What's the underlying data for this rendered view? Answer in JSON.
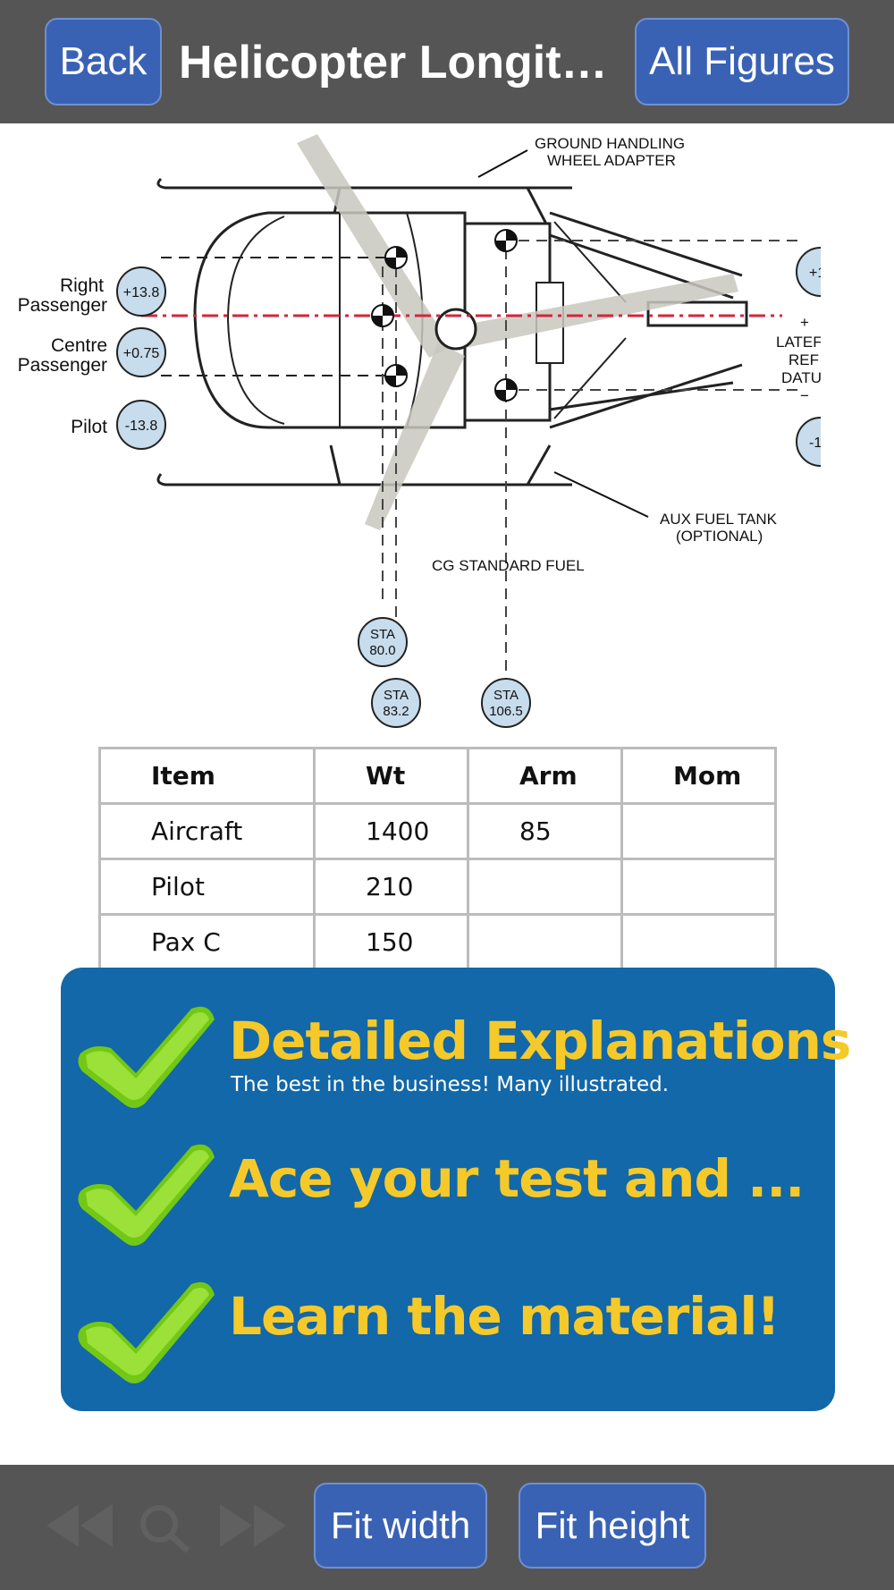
{
  "header": {
    "back_label": "Back",
    "title": "Helicopter Longit…",
    "all_figures_label": "All Figures"
  },
  "figure": {
    "callout_ground": "GROUND HANDLING",
    "callout_ground_2": "WHEEL ADAPTER",
    "callout_aux": "AUX FUEL TANK",
    "callout_aux_2": "(OPTIONAL)",
    "callout_cg": "CG STANDARD FUEL",
    "right_passenger": "Right",
    "right_passenger_2": "Passenger",
    "centre_passenger": "Centre",
    "centre_passenger_2": "Passenger",
    "pilot_label": "Pilot",
    "bubble_right": "+13.8",
    "bubble_centre": "+0.75",
    "bubble_pilot": "-13.8",
    "bubble_right_edge": "+1",
    "bubble_left_edge": "-1",
    "lateral_plus": "+",
    "lateral_1": "LATEF",
    "lateral_2": "REF",
    "lateral_3": "DATU",
    "lateral_minus": "−",
    "sta_a_1": "STA",
    "sta_a_2": "80.0",
    "sta_b_1": "STA",
    "sta_b_2": "83.2",
    "sta_c_1": "STA",
    "sta_c_2": "106.5"
  },
  "table": {
    "headers": [
      "Item",
      "Wt",
      "Arm",
      "Mom"
    ],
    "rows": [
      [
        "Aircraft",
        "1400",
        "85",
        ""
      ],
      [
        "Pilot",
        "210",
        "",
        ""
      ],
      [
        "Pax C",
        "150",
        "",
        ""
      ]
    ]
  },
  "promo": {
    "line1": "Detailed Explanations",
    "line1_sub": "The best in the business!  Many illustrated.",
    "line2": "Ace your test and ...",
    "line3": "Learn the material!",
    "check_color": "#7bd317"
  },
  "footer": {
    "fit_width_label": "Fit width",
    "fit_height_label": "Fit height"
  }
}
